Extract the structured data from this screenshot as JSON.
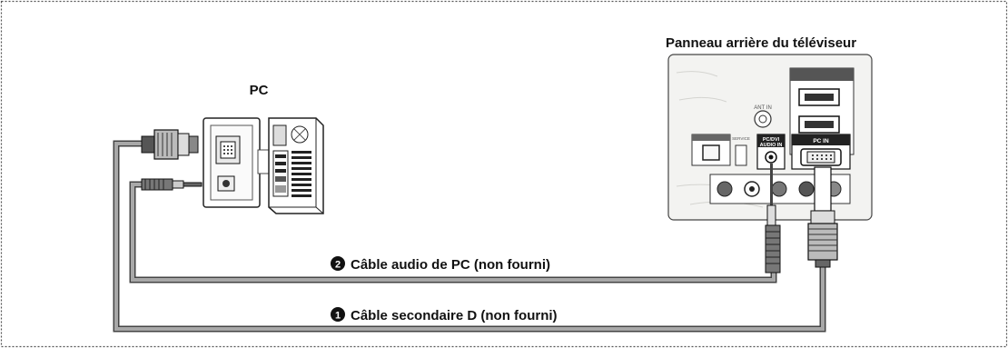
{
  "diagram": {
    "title_tv": "Panneau arrière du téléviseur",
    "title_pc": "PC",
    "cable_audio": {
      "marker": "❷",
      "label": "Câble audio de PC (non fourni)"
    },
    "cable_dsub": {
      "marker": "❶",
      "label": "Câble secondaire D (non fourni)"
    },
    "panel_labels": {
      "ant_in": "ANT IN",
      "pc_dvi_audio_in_1": "PC/DVI",
      "pc_dvi_audio_in_2": "AUDIO IN",
      "pc_in": "PC IN",
      "service": "SERVICE"
    },
    "colors": {
      "cable": "#9a9a9a",
      "cable_edge": "#444444",
      "panel_fill": "#f3f3f1",
      "line": "#222222"
    }
  }
}
